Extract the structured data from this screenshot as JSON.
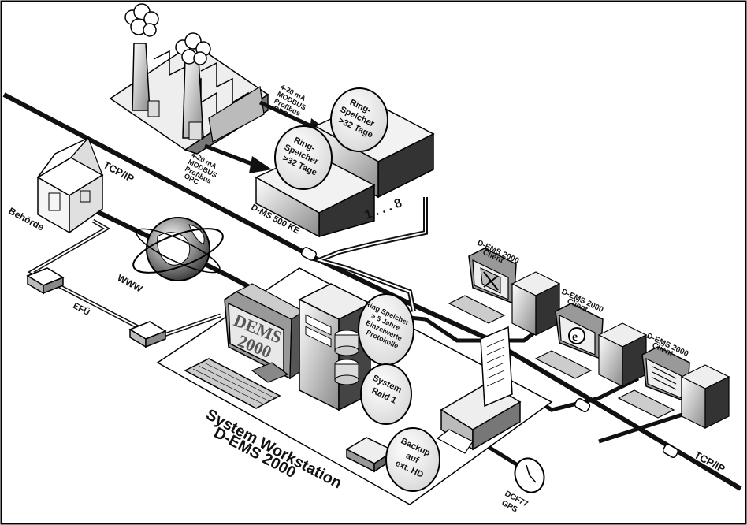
{
  "diagram": {
    "labels": {
      "tcpip_top": "TCP/IP",
      "tcpip_bottom": "TCP/IP",
      "behoerde": "Behörde",
      "www": "WWW",
      "efu": "EFÜ",
      "dms": "D-MS 500 KE",
      "range": "1 . . . 8",
      "workstation_line1": "System Workstation",
      "workstation_line2": "D-EMS 2000",
      "dcf_line1": "DCF77",
      "dcf_line2": "GPS"
    },
    "protocols_upper": [
      "4-20 mA",
      "MODBUS",
      "Profibus",
      "OPC"
    ],
    "protocols_lower": [
      "4-20 mA",
      "MODBUS",
      "Profibus",
      "OPC"
    ],
    "ring_upper": [
      "Ring-",
      "Speicher",
      ">32 Tage"
    ],
    "ring_lower": [
      "Ring-",
      "Speicher",
      ">32 Tage"
    ],
    "ring_main": [
      "Ring Speicher",
      "> 5 Jahre",
      "Einzelwerte",
      "Protokolle"
    ],
    "raid": [
      "System",
      "Raid 1"
    ],
    "backup": [
      "Backup",
      "auf",
      "ext. HD"
    ],
    "monitor_screen": [
      "DEMS",
      "2000"
    ],
    "clients": [
      [
        "D-EMS 2000",
        "Client"
      ],
      [
        "D-EMS 2000",
        "Client"
      ],
      [
        "D-EMS 2000",
        "Client"
      ]
    ]
  }
}
